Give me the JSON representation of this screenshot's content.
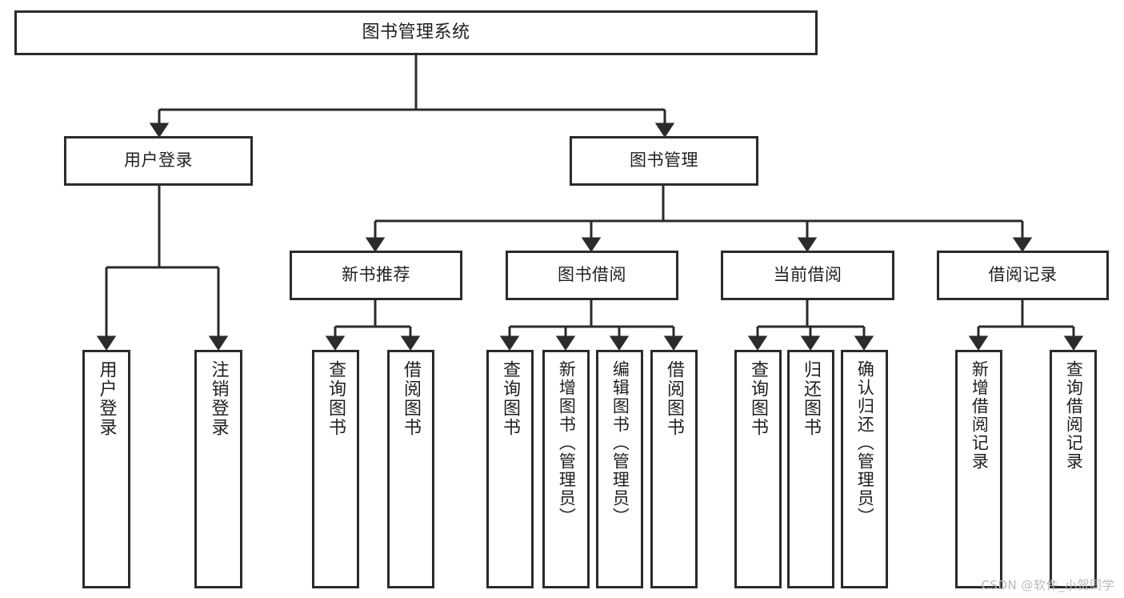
{
  "diagram": {
    "title": "图书管理系统",
    "type": "tree-hierarchy-diagram",
    "watermark": "CSDN @软件_小贺同学",
    "colors": {
      "box_border": "#2b2b2b",
      "box_fill": "#ffffff",
      "connector": "#2b2b2b",
      "text": "#1f1f1f",
      "watermark": "#b9b9b9",
      "background": "#ffffff"
    },
    "levels": {
      "root": "图书管理系统",
      "level2": [
        "用户登录",
        "图书管理"
      ],
      "level3": [
        "新书推荐",
        "图书借阅",
        "当前借阅",
        "借阅记录"
      ]
    },
    "nodes": {
      "root": {
        "label": "图书管理系统"
      },
      "user_login": {
        "label": "用户登录"
      },
      "book_manage": {
        "label": "图书管理"
      },
      "new_book_rec": {
        "label": "新书推荐"
      },
      "book_borrow": {
        "label": "图书借阅"
      },
      "current_borrow": {
        "label": "当前借阅"
      },
      "borrow_record": {
        "label": "借阅记录"
      }
    },
    "leaves": {
      "user_login": [
        {
          "label": "用户登录"
        },
        {
          "label": "注销登录"
        }
      ],
      "new_book_rec": [
        {
          "label": "查询图书"
        },
        {
          "label": "借阅图书"
        }
      ],
      "book_borrow": [
        {
          "label": "查询图书"
        },
        {
          "label": "新增图书（管理员）"
        },
        {
          "label": "编辑图书（管理员）"
        },
        {
          "label": "借阅图书"
        }
      ],
      "current_borrow": [
        {
          "label": "查询图书"
        },
        {
          "label": "归还图书"
        },
        {
          "label": "确认归还（管理员）"
        }
      ],
      "borrow_record": [
        {
          "label": "新增借阅记录"
        },
        {
          "label": "查询借阅记录"
        }
      ]
    }
  }
}
